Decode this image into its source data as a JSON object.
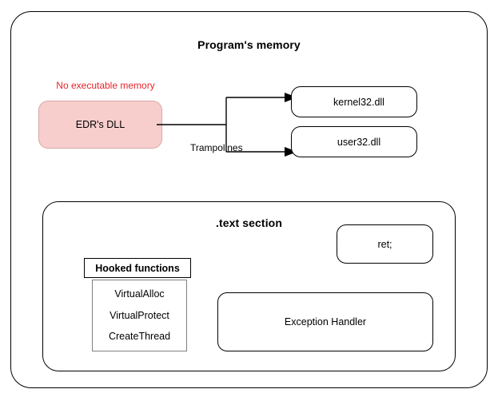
{
  "diagram": {
    "title": "Program's memory",
    "colors": {
      "edr_fill": "#f8cecc",
      "edr_stroke": "#d9a8a6",
      "warning_text": "#e8252a",
      "stroke": "#000000",
      "list_stroke": "#808080",
      "background": "#ffffff"
    },
    "outer_container": {
      "name": "Program's memory",
      "label": "Program's memory"
    },
    "edr": {
      "warning_label": "No executable memory",
      "box_label": "EDR's DLL"
    },
    "connector": {
      "label": "Trampolines",
      "arrow_icon": "arrow-right-icon"
    },
    "libraries": [
      {
        "label": "kernel32.dll",
        "name": "kernel32-dll-box"
      },
      {
        "label": "user32.dll",
        "name": "user32-dll-box"
      }
    ],
    "text_section": {
      "label": ".text section",
      "hooked": {
        "header": "Hooked functions",
        "functions": [
          "VirtualAlloc",
          "VirtualProtect",
          "CreateThread"
        ]
      },
      "ret_box": "ret;",
      "exception_handler": "Exception Handler"
    }
  }
}
